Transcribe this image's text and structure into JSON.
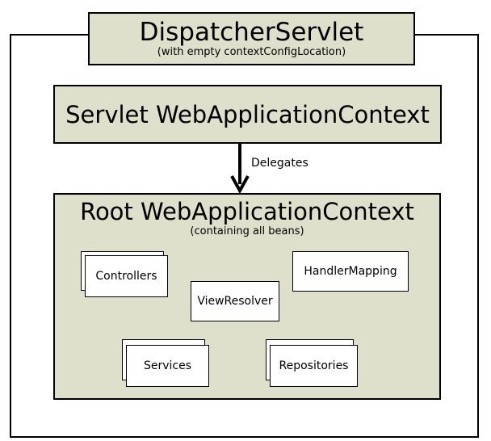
{
  "dispatcher": {
    "title": "DispatcherServlet",
    "subtitle": "(with empty contextConfigLocation)"
  },
  "servlet_context": {
    "title": "Servlet WebApplicationContext"
  },
  "arrow": {
    "label": "Delegates"
  },
  "root_context": {
    "title": "Root WebApplicationContext",
    "subtitle": "(containing all beans)",
    "beans": {
      "controllers": "Controllers",
      "handler_mapping": "HandlerMapping",
      "view_resolver": "ViewResolver",
      "services": "Services",
      "repositories": "Repositories"
    }
  },
  "colors": {
    "box_fill": "#dfe0cb",
    "border": "#000000",
    "background": "#ffffff"
  }
}
